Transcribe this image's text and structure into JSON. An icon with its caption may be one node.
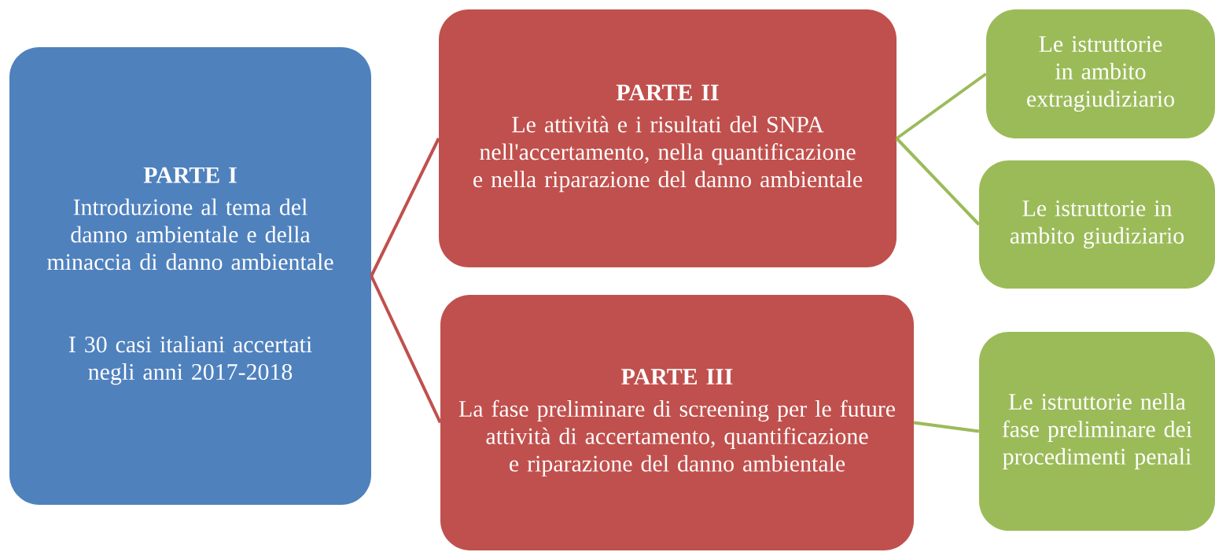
{
  "diagram": {
    "nodes": [
      {
        "text": [
          "PARTE I",
          "Introduzione al tema del danno ambientale e della minaccia di danno ambientale",
          "I 30 casi italiani accertati negli anni 2017-2018"
        ]
      },
      {
        "text": [
          "PARTE II",
          "Le attività e i risultati del SNPA nell'accertamento, nella quantificazione e nella riparazione del danno ambientale"
        ]
      },
      {
        "text": [
          "PARTE III",
          "La fase preliminare di screening per le future attività di accertamento, quantificazione e riparazione del danno ambientale"
        ]
      },
      {
        "text": [
          "Le istruttorie in ambito extragiudiziario"
        ]
      },
      {
        "text": [
          "Le istruttorie in ambito giudiziario"
        ]
      },
      {
        "text": [
          "Le istruttorie nella fase preliminare dei procedimenti penali"
        ]
      }
    ],
    "edges": [
      {
        "from": 0,
        "to": 1,
        "arrow": "none",
        "color": "#c0504d"
      },
      {
        "from": 0,
        "to": 2,
        "arrow": "none",
        "color": "#c0504d"
      },
      {
        "from": 1,
        "to": 3,
        "arrow": "none"
      },
      {
        "from": 1,
        "to": 4,
        "arrow": "none"
      },
      {
        "from": 2,
        "to": 5,
        "arrow": "none"
      }
    ]
  }
}
